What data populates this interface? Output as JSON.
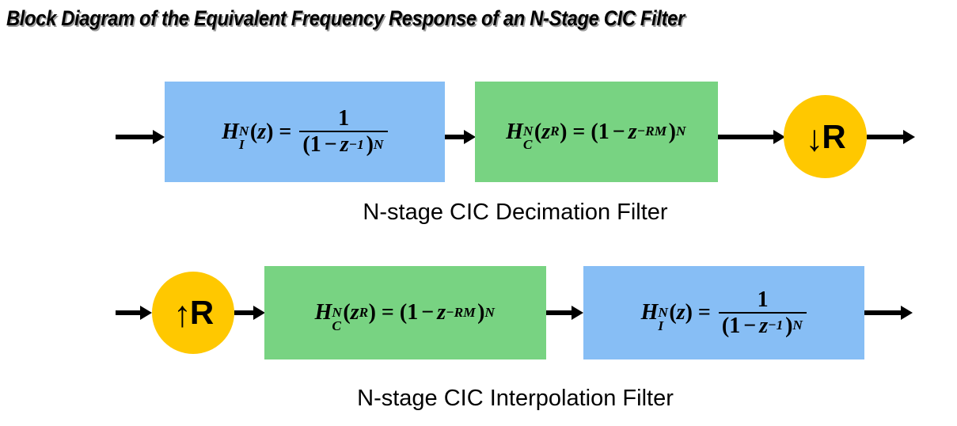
{
  "title": "Block Diagram of the Equivalent Frequency Response of an N-Stage CIC Filter",
  "colors": {
    "integrator_block": "#87bef5",
    "comb_block": "#78d382",
    "rate_change_node": "#ffc800",
    "arrow": "#000000",
    "background": "#ffffff",
    "title_shadow": "#9d9d9d"
  },
  "rows": [
    {
      "name": "decimation",
      "caption": "N-stage CIC Decimation Filter",
      "stages": [
        {
          "kind": "block",
          "color_role": "integrator_block",
          "formula_plain": "H_I^N(z) = 1 / (1 - z^-1)^N",
          "formula_parts": {
            "base": "H",
            "sup": "N",
            "sub": "I",
            "arg_open": "(",
            "arg": "z",
            "arg_close": ")",
            "equals": "=",
            "numerator": "1",
            "den_open": "(",
            "den_one": "1",
            "den_minus": "−",
            "den_var": "z",
            "den_var_sup": "−1",
            "den_close": ")",
            "den_sup": "N"
          }
        },
        {
          "kind": "block",
          "color_role": "comb_block",
          "formula_plain": "H_C^N(z^R) = (1 - z^-RM)^N",
          "formula_parts": {
            "base": "H",
            "sup": "N",
            "sub": "C",
            "arg_open": "(",
            "arg": "z",
            "arg_sup": "R",
            "arg_close": ")",
            "equals": "=",
            "rhs_open": "(",
            "rhs_one": "1",
            "rhs_minus": "−",
            "rhs_var": "z",
            "rhs_var_sup": "−RM",
            "rhs_close": ")",
            "rhs_sup": "N"
          }
        },
        {
          "kind": "circle",
          "color_role": "rate_change_node",
          "arrow_glyph": "↓",
          "rate_label": "R",
          "label_plain": "↓R"
        }
      ]
    },
    {
      "name": "interpolation",
      "caption": "N-stage CIC Interpolation Filter",
      "stages": [
        {
          "kind": "circle",
          "color_role": "rate_change_node",
          "arrow_glyph": "↑",
          "rate_label": "R",
          "label_plain": "↑R"
        },
        {
          "kind": "block",
          "color_role": "comb_block",
          "formula_plain": "H_C^N(z^R) = (1 - z^-RM)^N",
          "formula_parts": {
            "base": "H",
            "sup": "N",
            "sub": "C",
            "arg_open": "(",
            "arg": "z",
            "arg_sup": "R",
            "arg_close": ")",
            "equals": "=",
            "rhs_open": "(",
            "rhs_one": "1",
            "rhs_minus": "−",
            "rhs_var": "z",
            "rhs_var_sup": "−RM",
            "rhs_close": ")",
            "rhs_sup": "N"
          }
        },
        {
          "kind": "block",
          "color_role": "integrator_block",
          "formula_plain": "H_I^N(z) = 1 / (1 - z^-1)^N",
          "formula_parts": {
            "base": "H",
            "sup": "N",
            "sub": "I",
            "arg_open": "(",
            "arg": "z",
            "arg_close": ")",
            "equals": "=",
            "numerator": "1",
            "den_open": "(",
            "den_one": "1",
            "den_minus": "−",
            "den_var": "z",
            "den_var_sup": "−1",
            "den_close": ")",
            "den_sup": "N"
          }
        }
      ]
    }
  ]
}
